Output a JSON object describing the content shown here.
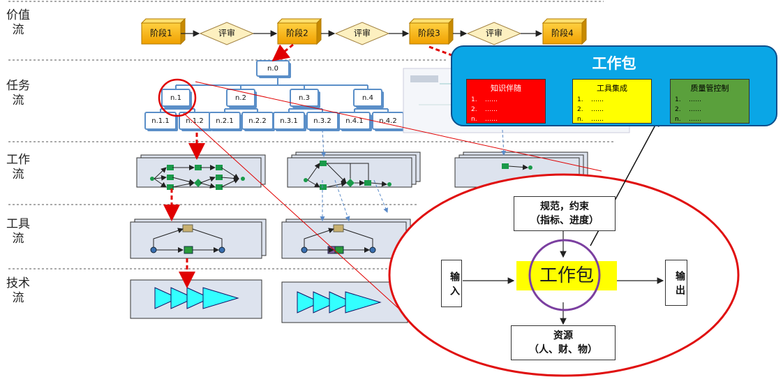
{
  "lanes": [
    {
      "id": "value",
      "label": "价值流"
    },
    {
      "id": "task",
      "label": "任务流"
    },
    {
      "id": "work",
      "label": "工作流"
    },
    {
      "id": "tool",
      "label": "工具流"
    },
    {
      "id": "tech",
      "label": "技术流"
    }
  ],
  "value_stream": {
    "stages": [
      "阶段1",
      "阶段2",
      "阶段3",
      "阶段4"
    ],
    "review": "评审"
  },
  "task_tree": {
    "root": "n.0",
    "level1": [
      "n.1",
      "n.2",
      "n.3",
      "n.4"
    ],
    "level2": [
      "n.1.1",
      "n.1.2",
      "n.2.1",
      "n.2.2",
      "n.3.1",
      "n.3.2",
      "n.4.1",
      "n.4.2"
    ]
  },
  "work_package": {
    "title": "工作包",
    "boxes": [
      {
        "title": "知识伴随",
        "color": "#ff0000",
        "items": [
          {
            "n": "1.",
            "t": "……"
          },
          {
            "n": "2.",
            "t": "……"
          },
          {
            "n": "n.",
            "t": "……"
          }
        ]
      },
      {
        "title": "工具集成",
        "color": "#ffff00",
        "items": [
          {
            "n": "1.",
            "t": "……"
          },
          {
            "n": "2.",
            "t": "……"
          },
          {
            "n": "n.",
            "t": "……"
          }
        ]
      },
      {
        "title": "质量管控制",
        "color": "#5aa03c",
        "items": [
          {
            "n": "1.",
            "t": "……"
          },
          {
            "n": "2.",
            "t": "……"
          },
          {
            "n": "n.",
            "t": "……"
          }
        ]
      }
    ]
  },
  "zoom": {
    "center": "工作包",
    "input": "输入",
    "output": "输出",
    "constraint_line1": "规范，约束",
    "constraint_line2": "（指标、进度）",
    "resource_line1": "资源",
    "resource_line2": "（人、财、物）"
  },
  "colors": {
    "stage_fill": "#f5b400",
    "review_fill": "#fdf0c0",
    "node_border": "#5b8fc8",
    "panel_fill": "#dde3ee",
    "tech_fill": "#33ffff",
    "wp_blue": "#0aa6e6",
    "highlight": "#ff2a00",
    "ellipse_border": "#e01010",
    "circle_border": "#7b3fa0",
    "center_fill": "#ffff00"
  }
}
